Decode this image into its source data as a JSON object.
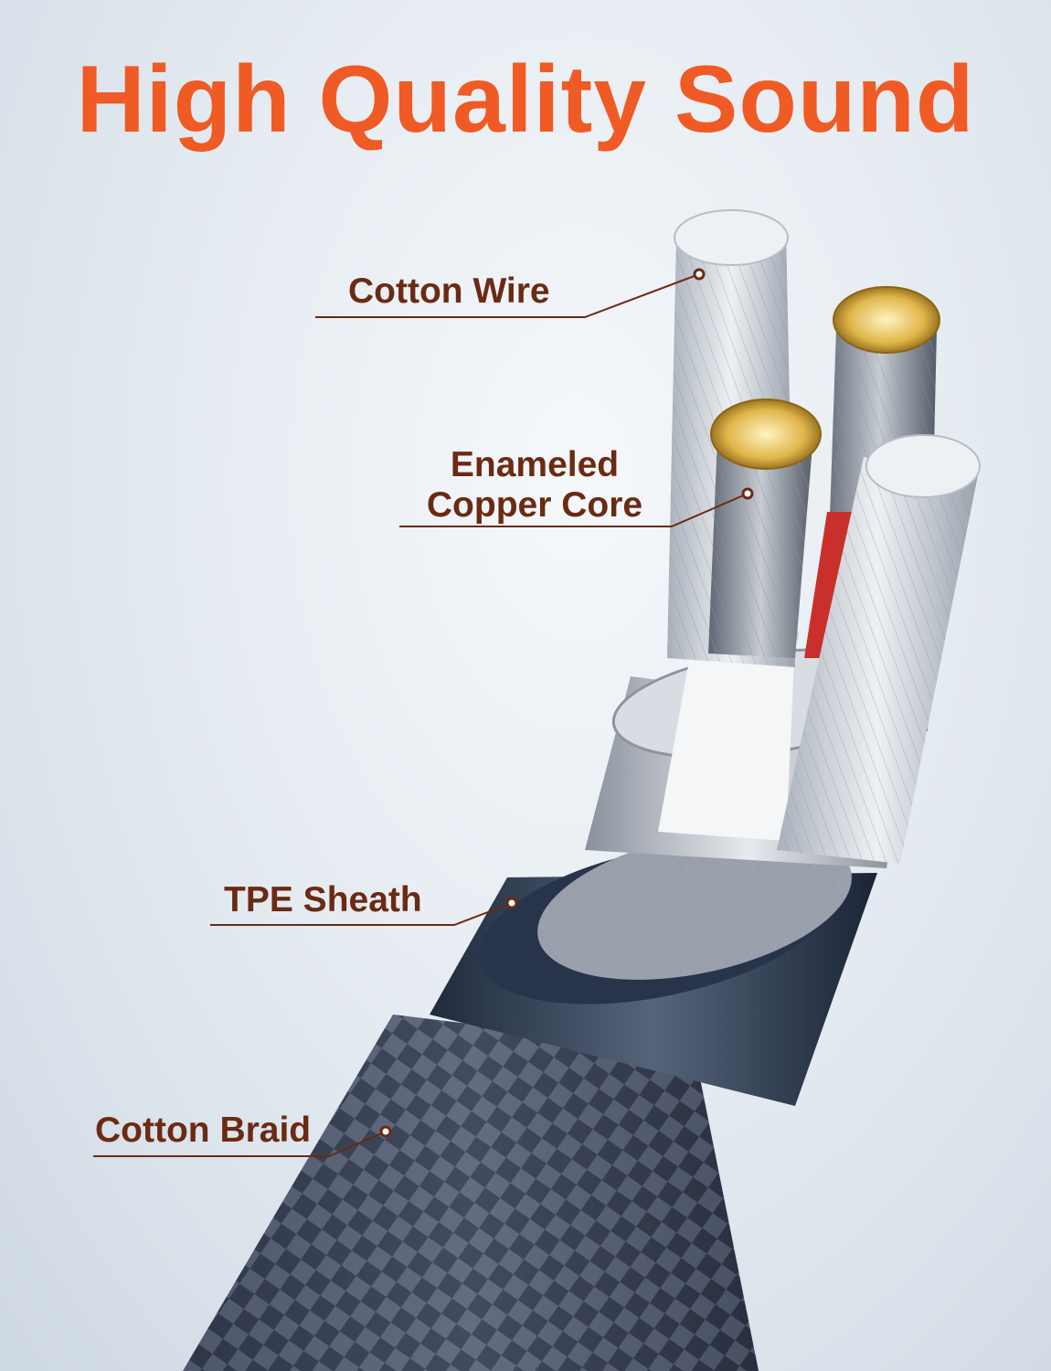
{
  "title": "High Quality Sound",
  "labels": {
    "cotton_wire": "Cotton Wire",
    "enameled_line1": "Enameled",
    "enameled_line2": "Copper Core",
    "tpe_sheath": "TPE Sheath",
    "cotton_braid": "Cotton Braid"
  },
  "colors": {
    "title": "#f05a24",
    "label": "#6b2a12",
    "leader_line": "#6b2a12",
    "copper": "#e0b64a",
    "braid": "#3a4256",
    "sheath": "#3c4a5e"
  }
}
